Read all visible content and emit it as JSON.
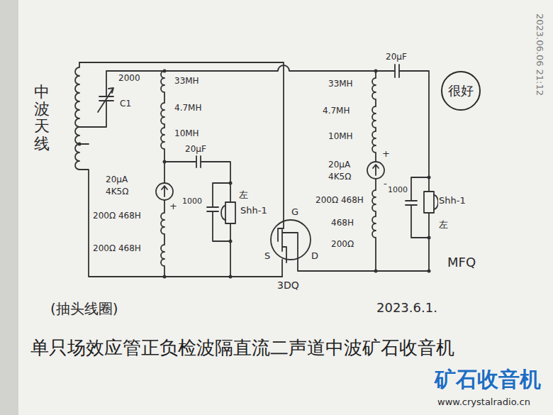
{
  "diagram": {
    "caption": "单只场效应管正负检波隔直流二声道中波矿石收音机",
    "nodes": [
      {
        "text": [
          "很好"
        ]
      }
    ],
    "labels": [
      "中波天线",
      "2000",
      "C1",
      "33MH",
      "4.7MH",
      "10MH",
      "20μF",
      "20μA",
      "4K5Ω",
      "+",
      "200Ω 468H",
      "200Ω 468H",
      "1000",
      "左",
      "Shh-1",
      "G",
      "S",
      "D",
      "3DQ",
      "20μF",
      "33MH",
      "4.7MH",
      "10MH",
      "+",
      "20μA",
      "4K5Ω",
      "-",
      "200Ω 468H",
      "468H",
      "200Ω",
      "1000",
      "Shh-1",
      "左",
      "MFQ",
      "(抽头线圈)",
      "2023.6.1.",
      "2023.06.06 21:12",
      "矿石收音机",
      "www.crystalradio.cn"
    ]
  }
}
